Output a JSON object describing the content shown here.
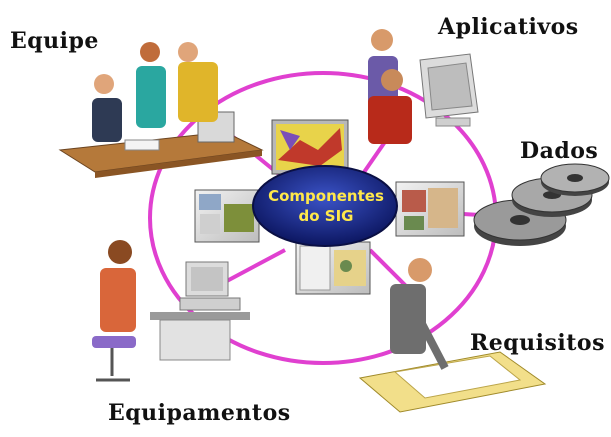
{
  "hub": {
    "line1": "Componentes",
    "line2": "do SIG"
  },
  "components": {
    "equipe": "Equipe",
    "aplicativos": "Aplicativos",
    "dados": "Dados",
    "requisitos": "Requisitos",
    "equipamentos": "Equipamentos"
  },
  "colors": {
    "ring": "#e040d0",
    "hub": "#1a2a8c",
    "hub_text": "#ffe94a"
  }
}
